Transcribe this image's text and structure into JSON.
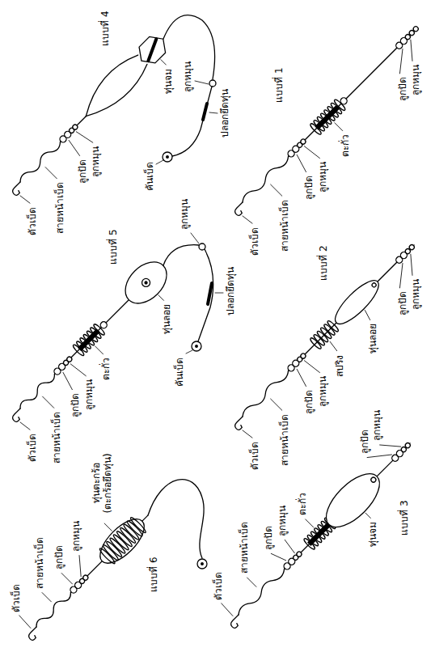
{
  "diagram": {
    "labels": [
      "แบบที่ 4",
      "ทุ่นจม",
      "ลูกหมุน",
      "ปลอกยึดทุ่น",
      "คันเบ็ด",
      "ลูกหมุน",
      "ลูกปัด",
      "สายหน้าเบ็ด",
      "ตัวเบ็ด",
      "แบบที่ 1",
      "ลูกหมุน",
      "ลูกปัด",
      "ตะกั่ว",
      "ลูกหมุน",
      "ลูกปัด",
      "สายหน้าเบ็ด",
      "ตัวเบ็ด",
      "แบบที่ 5",
      "ลูกหมุน",
      "ปลอกยึดทุ่น",
      "คันเบ็ด",
      "ทุ่นลอย",
      "ตะกั่ว",
      "ลูกหมุน",
      "ลูกปัด",
      "สายหน้าเบ็ด",
      "ตัวเบ็ด",
      "แบบที่ 2",
      "ลูกหมุน",
      "ลูกปัด",
      "ทุ่นลอย",
      "สปริง",
      "ลูกหมุน",
      "ลูกปัด",
      "สายหน้าเบ็ด",
      "ตัวเบ็ด",
      "ทุ่นตะกร้อ (ตะกร้อยึดทุ่น)",
      "แบบที่ 6",
      "ลูกหมุน",
      "ลูกปัด",
      "สายหน้าเบ็ด",
      "ตัวเบ็ด",
      "แบบที่ 3",
      "ลูกหมุน",
      "ลูกปัด",
      "ทุ่นจม",
      "ตะกั่ว",
      "ลูกหมุน",
      "ลูกปัด",
      "สายหน้าเบ็ด",
      "ตัวเบ็ด"
    ]
  }
}
